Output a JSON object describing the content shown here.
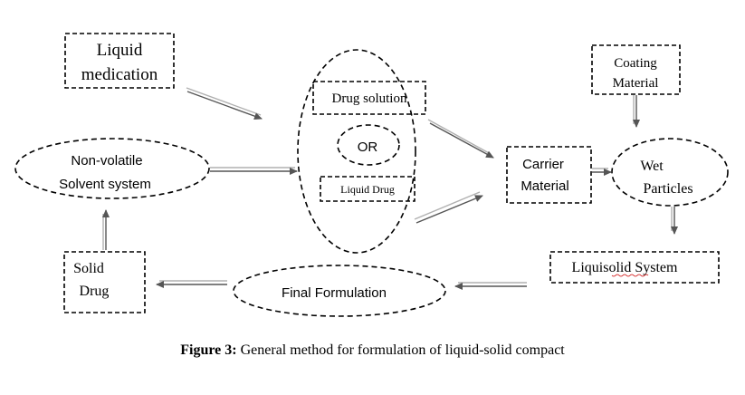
{
  "nodes": {
    "liquid_medication": [
      "Liquid",
      "medication"
    ],
    "drug_solution": "Drug solution",
    "or": "OR",
    "liquid_drug": "Liquid Drug",
    "non_volatile": [
      "Non-volatile",
      "Solvent system"
    ],
    "carrier_material": [
      "Carrier",
      "Material"
    ],
    "coating_material": [
      "Coating",
      "Material"
    ],
    "wet_particles": [
      "Wet",
      "Particles"
    ],
    "liquisolid_system": "Liquisolid System",
    "final_formulation": "Final Formulation",
    "solid_drug": [
      "Solid",
      "Drug"
    ]
  },
  "caption": {
    "label": "Figure 3:",
    "text": " General method for formulation of liquid-solid compact"
  },
  "colors": {
    "stroke": "#000000",
    "arrow_light": "#b0b0b0",
    "arrow_dark": "#555555",
    "squiggle": "#cc0000"
  }
}
